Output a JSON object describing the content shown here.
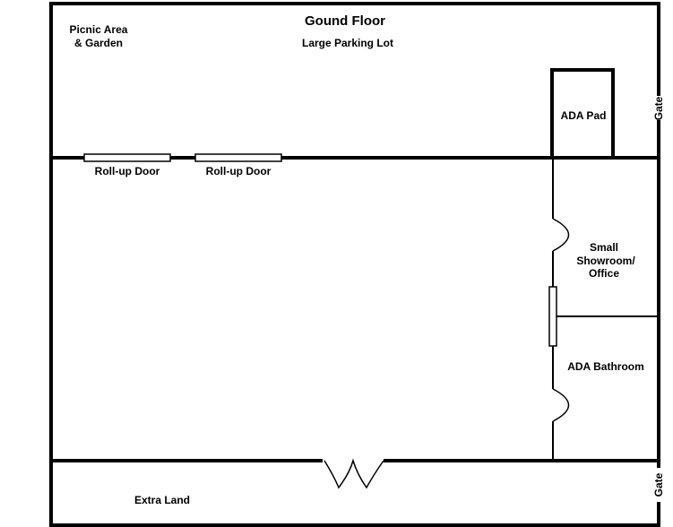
{
  "floorplan": {
    "title": "Gound Floor",
    "labels": {
      "picnic_line1": "Picnic Area",
      "picnic_line2": "& Garden",
      "parking": "Large Parking Lot",
      "ada_pad": "ADA Pad",
      "gate_top": "Gate",
      "gate_bottom": "Gate",
      "rollup_door_1": "Roll-up Door",
      "rollup_door_2": "Roll-up Door",
      "showroom_line1": "Small",
      "showroom_line2": "Showroom/",
      "showroom_line3": "Office",
      "ada_bathroom": "ADA Bathroom",
      "extra_land": "Extra Land"
    },
    "colors": {
      "wall": "#000000",
      "background": "#ffffff"
    }
  }
}
